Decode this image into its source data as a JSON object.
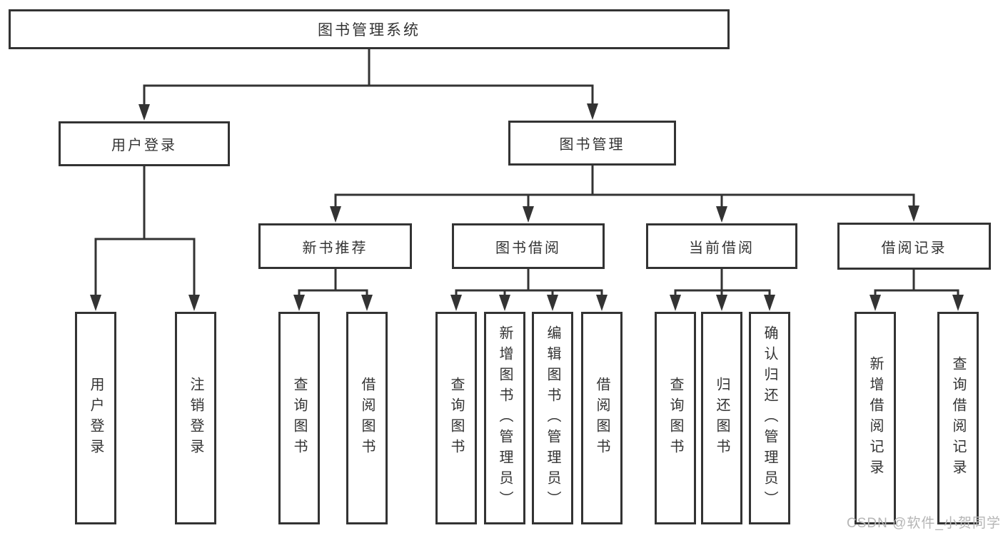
{
  "diagram": {
    "root": {
      "label": "图书管理系统"
    },
    "level2": [
      {
        "label": "用户登录",
        "children": [
          {
            "label": "用户登录"
          },
          {
            "label": "注销登录"
          }
        ]
      },
      {
        "label": "图书管理",
        "children": [
          {
            "label": "新书推荐",
            "children": [
              {
                "label": "查询图书"
              },
              {
                "label": "借阅图书"
              }
            ]
          },
          {
            "label": "图书借阅",
            "children": [
              {
                "label": "查询图书"
              },
              {
                "label": "新增图书（管理员）"
              },
              {
                "label": "编辑图书（管理员）"
              },
              {
                "label": "借阅图书"
              }
            ]
          },
          {
            "label": "当前借阅",
            "children": [
              {
                "label": "查询图书"
              },
              {
                "label": "归还图书"
              },
              {
                "label": "确认归还（管理员）"
              }
            ]
          },
          {
            "label": "借阅记录",
            "children": [
              {
                "label": "新增借阅记录"
              },
              {
                "label": "查询借阅记录"
              }
            ]
          }
        ]
      }
    ]
  },
  "watermark": {
    "text": "CSDN @软件_小贺同学"
  },
  "colors": {
    "line": "#333333",
    "box_border": "#333333",
    "text": "#333333",
    "background": "#ffffff",
    "watermark": "#b5b5b5"
  }
}
